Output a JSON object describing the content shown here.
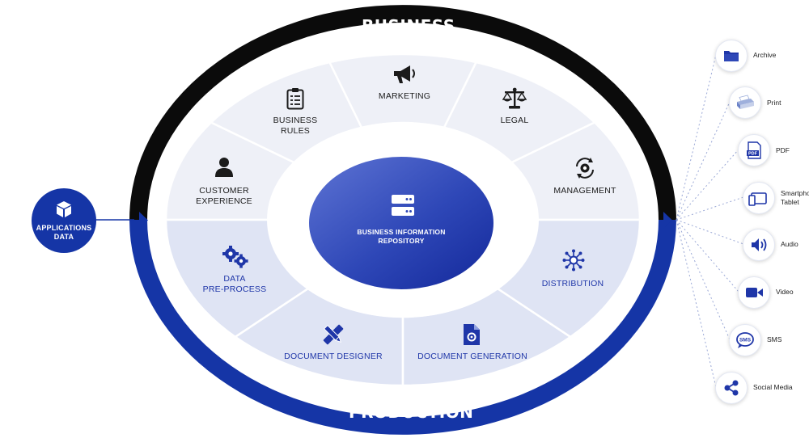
{
  "outer_ring": {
    "top_label": "BUSINESS",
    "bottom_label": "PRODUCTION",
    "top_color": "#0b0b0b",
    "bottom_color": "#1535a6"
  },
  "input": {
    "line1": "APPLICATIONS",
    "line2": "DATA",
    "icon": "cube-icon",
    "color": "#1535a6"
  },
  "business_segments": [
    {
      "id": "customer-experience",
      "line1": "CUSTOMER",
      "line2": "EXPERIENCE",
      "icon": "user-icon"
    },
    {
      "id": "business-rules",
      "line1": "BUSINESS",
      "line2": "RULES",
      "icon": "clipboard-icon"
    },
    {
      "id": "marketing",
      "line1": "MARKETING",
      "icon": "megaphone-icon"
    },
    {
      "id": "legal",
      "line1": "LEGAL",
      "icon": "scales-icon"
    },
    {
      "id": "management",
      "line1": "MANAGEMENT",
      "icon": "gear-cycle-icon"
    }
  ],
  "production_segments": [
    {
      "id": "data-pre-process",
      "line1": "DATA",
      "line2": "PRE-PROCESS",
      "icon": "gears-icon"
    },
    {
      "id": "document-designer",
      "line1": "DOCUMENT DESIGNER",
      "icon": "pencil-ruler-icon"
    },
    {
      "id": "document-generation",
      "line1": "DOCUMENT GENERATION",
      "icon": "document-gear-icon"
    },
    {
      "id": "distribution",
      "line1": "DISTRIBUTION",
      "icon": "network-icon"
    }
  ],
  "hub": {
    "line1": "BUSINESS INFORMATION",
    "line2": "REPOSITORY",
    "icon": "server-icon"
  },
  "outputs": [
    {
      "label": "Archive",
      "icon": "folder-icon"
    },
    {
      "label": "Print",
      "icon": "printer-icon"
    },
    {
      "label": "PDF",
      "icon": "pdf-file-icon"
    },
    {
      "label": "Smartphone",
      "label2": "Tablet",
      "icon": "devices-icon"
    },
    {
      "label": "Audio",
      "icon": "speaker-icon"
    },
    {
      "label": "Video",
      "icon": "video-camera-icon"
    },
    {
      "label": "SMS",
      "icon": "sms-bubble-icon"
    },
    {
      "label": "Social Media",
      "icon": "share-icon"
    }
  ]
}
